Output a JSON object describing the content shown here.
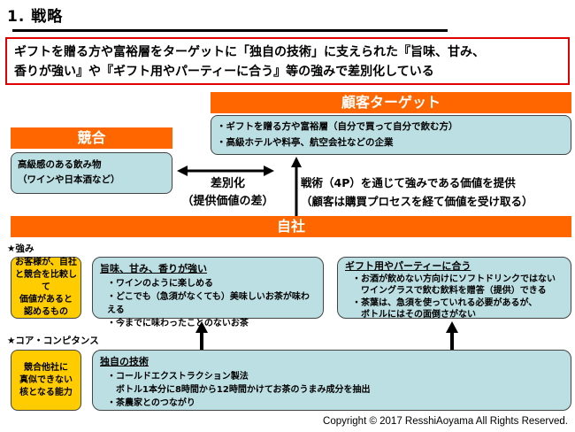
{
  "page": {
    "title": "1. 戦略",
    "summary_line1": "ギフトを贈る方や富裕層をターゲットに「独自の技術」に支えられた『旨味、甘み、",
    "summary_line2": "香りが強い』や『ギフト用やパーティーに合う』等の強みで差別化している"
  },
  "customer_target": {
    "header": "顧客ターゲット",
    "items": [
      "・ギフトを贈る方や富裕層（自分で買って自分で飲む方）",
      "・高級ホテルや料亭、航空会社などの企業"
    ]
  },
  "competition": {
    "header": "競合",
    "lines": [
      "高級感のある飲み物",
      "（ワインや日本酒など）"
    ]
  },
  "differentiation": {
    "line1": "差別化",
    "line2": "（提供価値の差）"
  },
  "tactics": {
    "line1": "戦術（4P）を通じて強みである価値を提供",
    "line2": "（顧客は購買プロセスを経て価値を受け取る）"
  },
  "self": {
    "header": "自社"
  },
  "strengths": {
    "label": "★強み",
    "definition": [
      "お客様が、自社",
      "と競合を比較して",
      "価値があると",
      "認めるもの"
    ],
    "box1": {
      "heading": "旨味、甘み、香りが強い",
      "items": [
        "・ワインのように楽しめる",
        "・どこでも（急須がなくても）美味しいお茶が味わえる",
        "・今までに味わったことのないお茶"
      ]
    },
    "box2": {
      "heading": "ギフト用やパーティーに合う",
      "items": [
        "・お酒が飲めない方向けにソフトドリンクではない",
        "　ワイングラスで飲む飲料を贈答（提供）できる",
        "・茶葉は、急須を使っていれる必要があるが、",
        "　ボトルにはその面倒さがない"
      ]
    }
  },
  "core_competence": {
    "label": "★コア・コンピタンス",
    "definition": [
      "競合他社に",
      "真似できない",
      "核となる能力"
    ],
    "box": {
      "heading": "独自の技術",
      "items": [
        "・コールドエクストラクション製法",
        "　ボトル1本分に8時間から12時間かけてお茶のうまみ成分を抽出",
        "・茶農家とのつながり"
      ]
    }
  },
  "footer": {
    "copyright": "Copyright © 2017 ResshiAoyama All Rights Reserved."
  },
  "colors": {
    "orange": "#ff6600",
    "light_blue": "#bcdfe3",
    "yellow": "#ffcc00",
    "red_border": "#e00000"
  }
}
